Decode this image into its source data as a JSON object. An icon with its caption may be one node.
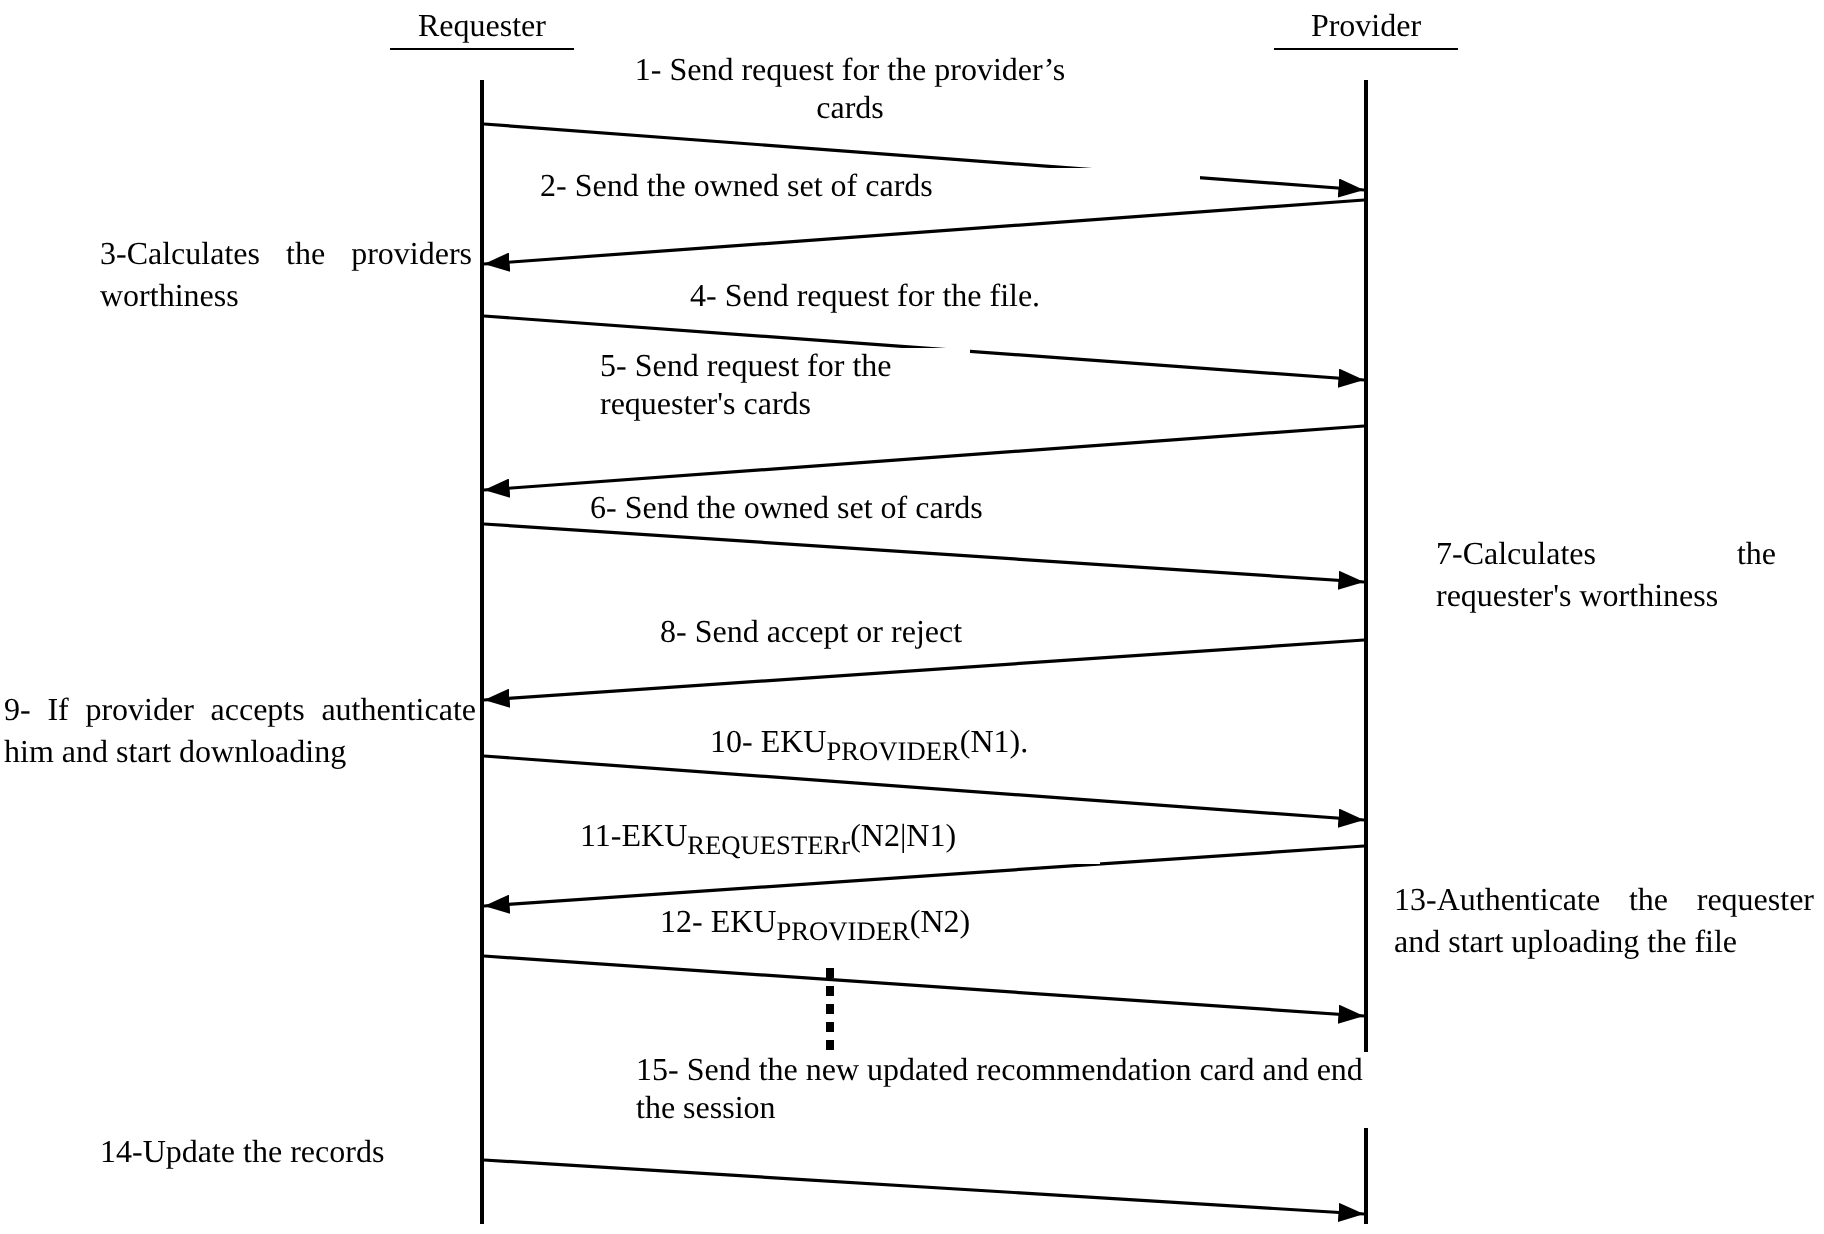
{
  "diagram": {
    "nodes": [
      {
        "text": [
          "Requester"
        ]
      },
      {
        "text": [
          "Provider"
        ]
      }
    ],
    "edges": [
      {
        "from": 0,
        "to": 1,
        "arrow": "to",
        "label": "1- Send request for the provider’s cards"
      },
      {
        "from": 1,
        "to": 0,
        "arrow": "to",
        "label": "2- Send the owned set of cards"
      },
      {
        "from": 0,
        "to": 1,
        "arrow": "to",
        "label": "4- Send request for the file."
      },
      {
        "from": 1,
        "to": 0,
        "arrow": "to",
        "label": "5- Send request for the requester's cards"
      },
      {
        "from": 0,
        "to": 1,
        "arrow": "to",
        "label": "6- Send the owned set of cards"
      },
      {
        "from": 1,
        "to": 0,
        "arrow": "to",
        "label": "8- Send accept or reject"
      },
      {
        "from": 0,
        "to": 1,
        "arrow": "to",
        "label": "10- EKU$_{PROVIDER}$(N1)."
      },
      {
        "from": 1,
        "to": 0,
        "arrow": "to",
        "label": "11-EKU$_{REQUESTERr}$(N2|N1)"
      },
      {
        "from": 0,
        "to": 1,
        "arrow": "to",
        "label": "12- EKU$_{PROVIDER}$(N2)"
      },
      {
        "from": 0,
        "to": 1,
        "arrow": "to",
        "label": "15- Send the new updated recommendation card and end the session"
      }
    ],
    "labels": [
      "3-Calculates the providers worthiness",
      "7-Calculates the requester's worthiness",
      "9- If provider accepts authenticate him and start downloading",
      "13-Authenticate the requester and start uploading the file",
      "14-Update the records"
    ]
  }
}
